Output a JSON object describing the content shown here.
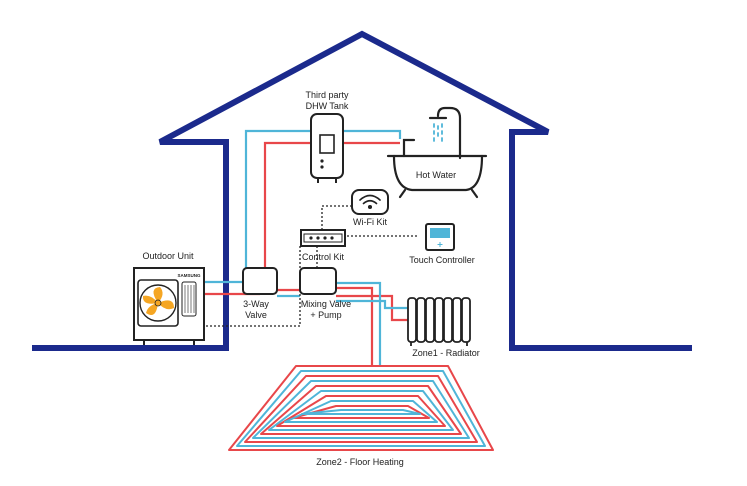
{
  "labels": {
    "dhw_tank_line1": "Third party",
    "dhw_tank_line2": "DHW Tank",
    "hot_water": "Hot Water",
    "wifi_kit": "Wi-Fi Kit",
    "control_kit": "Control Kit",
    "touch_controller": "Touch Controller",
    "outdoor_unit": "Outdoor Unit",
    "brand": "SAMSUNG",
    "three_way_line1": "3-Way",
    "three_way_line2": "Valve",
    "mixing_line1": "Mixing Valve",
    "mixing_line2": "+ Pump",
    "zone1": "Zone1 - Radiator",
    "zone2": "Zone2 - Floor Heating"
  },
  "colors": {
    "house": "#1b2a8c",
    "hot_pipe": "#e8474a",
    "cold_pipe": "#4fb5d8",
    "device_stroke": "#222222",
    "fan": "#f5a623",
    "controller_screen": "#4fb5d8"
  },
  "icons": {
    "wifi": "wifi-icon",
    "bathtub": "bathtub-icon",
    "shower": "shower-icon",
    "fan": "fan-icon",
    "radiator": "radiator-icon"
  }
}
